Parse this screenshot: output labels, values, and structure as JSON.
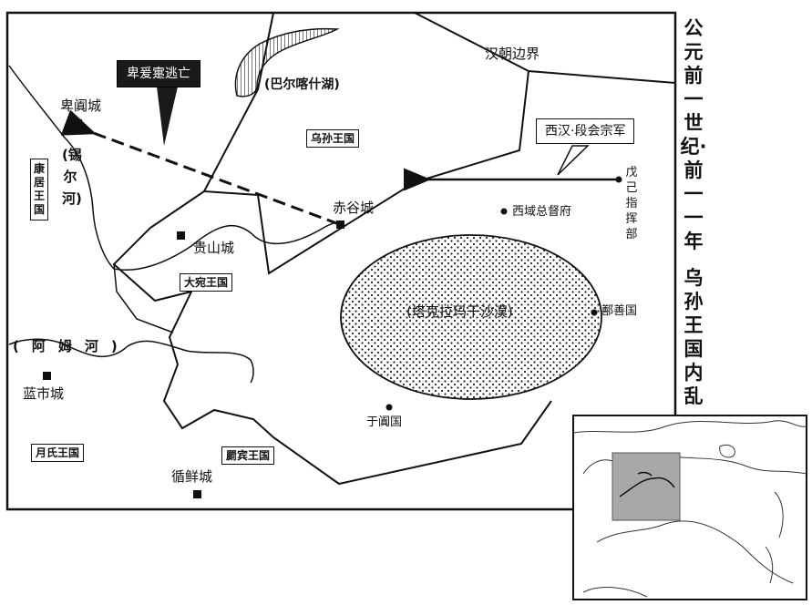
{
  "title": {
    "line1": "公元前一世纪·前一一年",
    "line2": "乌孙王国内乱"
  },
  "callouts": {
    "flee": "卑爰疐逃亡",
    "army": "西汉·段会宗军",
    "border": "汉朝边界"
  },
  "lakes": {
    "balkhash": "(巴尔喀什湖)"
  },
  "deserts": {
    "taklamakan": "(塔克拉玛干沙漠)"
  },
  "rivers": {
    "syr": "(锡尔河)",
    "amu": "(阿姆河)"
  },
  "kingdoms": {
    "wusun": "乌孙王国",
    "kangju": "康居王国",
    "dayuan": "大宛王国",
    "yuezhi": "月氏王国",
    "jibin": "罽宾王国"
  },
  "cities": {
    "beitian": "卑阗城",
    "chigu": "赤谷城",
    "guishan": "贵山城",
    "lanshi": "蓝市城",
    "xunxian": "循鲜城"
  },
  "places": {
    "duhu": "西域总督府",
    "wuji": "戊己指挥部",
    "shanshan": "鄯善国",
    "yutian": "于阗国"
  },
  "colors": {
    "ink": "#111111",
    "inset_highlight": "#a8a8a8"
  }
}
